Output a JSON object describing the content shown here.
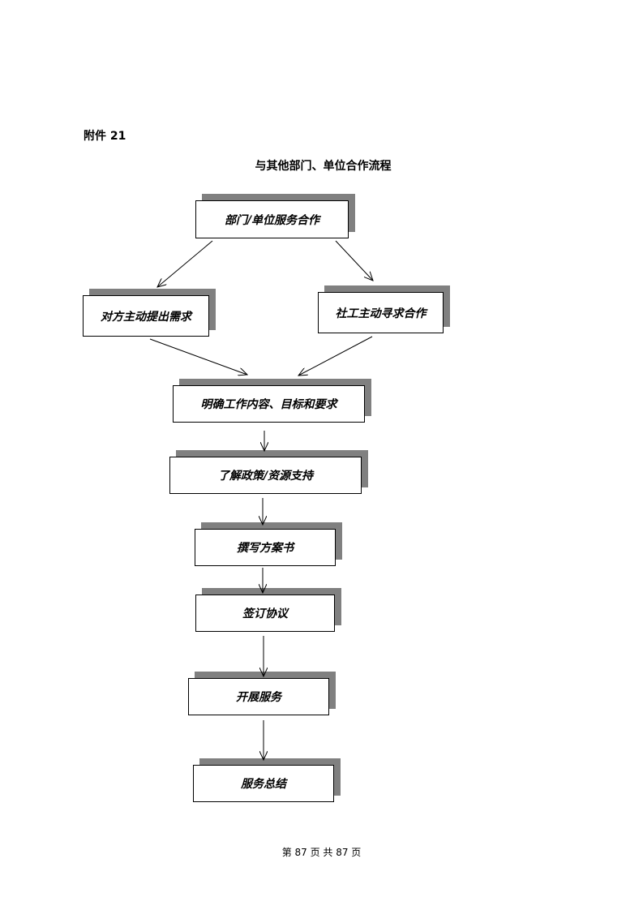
{
  "attachment_label": "附件 21",
  "title": "与其他部门、单位合作流程",
  "nodes": [
    {
      "id": "n1",
      "label": "部门/单位服务合作"
    },
    {
      "id": "n2",
      "label": "对方主动提出需求"
    },
    {
      "id": "n3",
      "label": "社工主动寻求合作"
    },
    {
      "id": "n4",
      "label": "明确工作内容、目标和要求"
    },
    {
      "id": "n5",
      "label": "了解政策/资源支持"
    },
    {
      "id": "n6",
      "label": "撰写方案书"
    },
    {
      "id": "n7",
      "label": "签订协议"
    },
    {
      "id": "n8",
      "label": "开展服务"
    },
    {
      "id": "n9",
      "label": "服务总结"
    }
  ],
  "edges": [
    {
      "from": "n1",
      "to": "n2"
    },
    {
      "from": "n1",
      "to": "n3"
    },
    {
      "from": "n2",
      "to": "n4"
    },
    {
      "from": "n3",
      "to": "n4"
    },
    {
      "from": "n4",
      "to": "n5"
    },
    {
      "from": "n5",
      "to": "n6"
    },
    {
      "from": "n6",
      "to": "n7"
    },
    {
      "from": "n7",
      "to": "n8"
    },
    {
      "from": "n8",
      "to": "n9"
    }
  ],
  "footer": {
    "text": "第 87 页 共 87 页"
  },
  "colors": {
    "shadow": "#808080",
    "border": "#000000",
    "background": "#ffffff"
  }
}
